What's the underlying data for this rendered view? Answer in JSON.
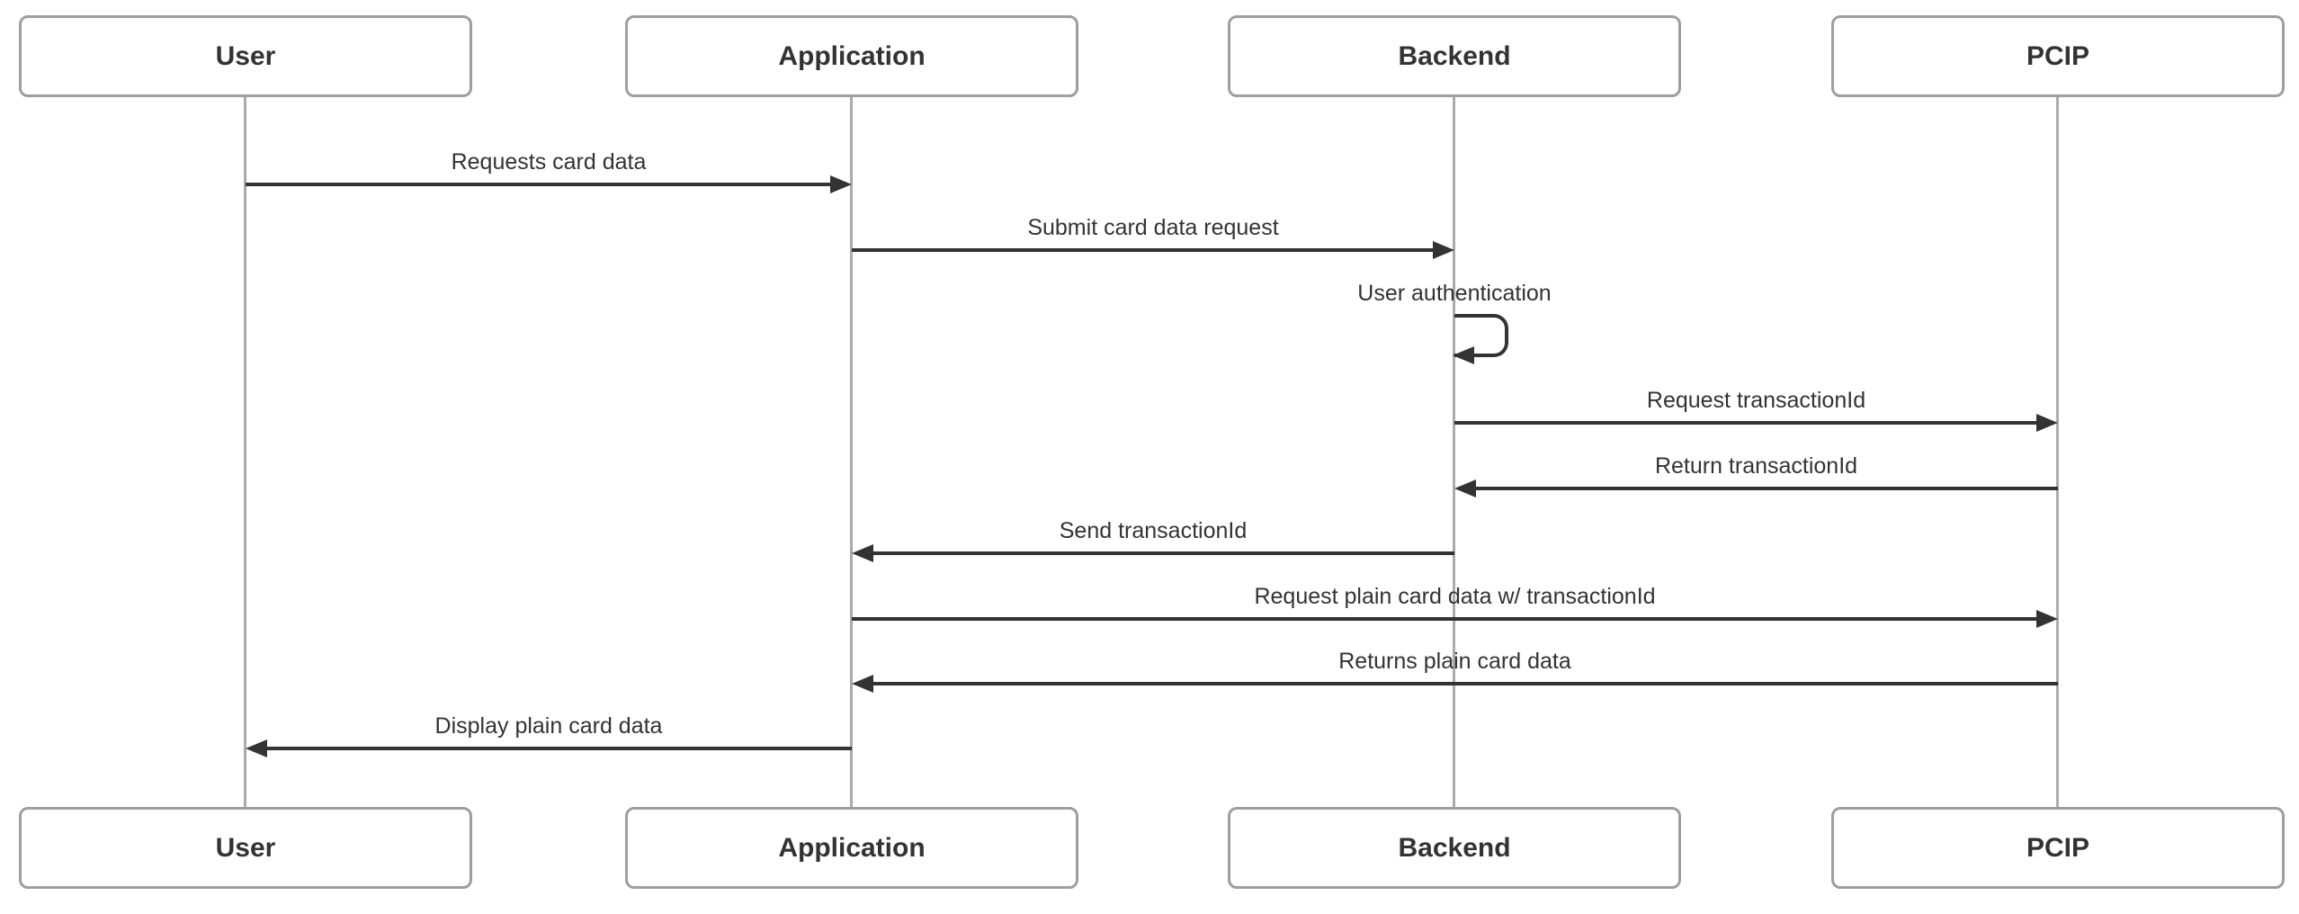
{
  "diagram": {
    "kind": "sequence-diagram"
  },
  "actors": [
    {
      "name": "User"
    },
    {
      "name": "Application"
    },
    {
      "name": "Backend"
    },
    {
      "name": "PCIP"
    }
  ],
  "messages": [
    {
      "from": "User",
      "to": "Application",
      "label": "Requests card data",
      "direction": "right"
    },
    {
      "from": "Application",
      "to": "Backend",
      "label": "Submit card data request",
      "direction": "right"
    },
    {
      "from": "Backend",
      "to": "Backend",
      "label": "User authentication",
      "direction": "self"
    },
    {
      "from": "Backend",
      "to": "PCIP",
      "label": "Request transactionId",
      "direction": "right"
    },
    {
      "from": "PCIP",
      "to": "Backend",
      "label": "Return transactionId",
      "direction": "left"
    },
    {
      "from": "Backend",
      "to": "Application",
      "label": "Send transactionId",
      "direction": "left"
    },
    {
      "from": "Application",
      "to": "PCIP",
      "label": "Request plain card data w/ transactionId",
      "direction": "right"
    },
    {
      "from": "PCIP",
      "to": "Application",
      "label": "Returns plain card data",
      "direction": "left"
    },
    {
      "from": "Application",
      "to": "User",
      "label": "Display plain card data",
      "direction": "left"
    }
  ],
  "colors": {
    "background": "#ffffff",
    "actor_fill": "#ffffff",
    "actor_border": "#9e9e9e",
    "lifeline": "#ababab",
    "signal": "#333333",
    "text": "#333333"
  }
}
